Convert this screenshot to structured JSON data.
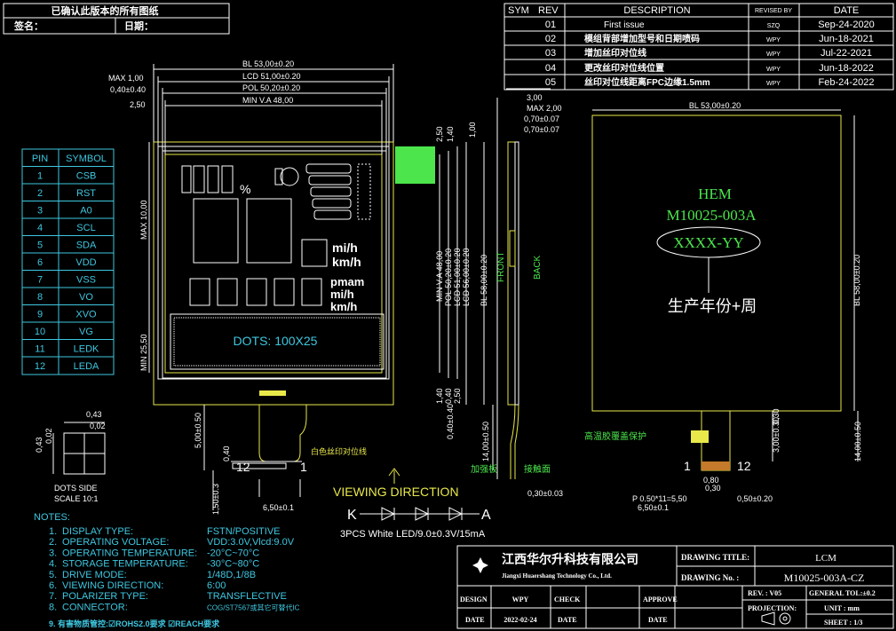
{
  "header": {
    "confirm_text": "已确认此版本的所有图纸",
    "signature_label": "签名：",
    "date_label": "日期："
  },
  "revision_table": {
    "headers": [
      "SYM",
      "REV",
      "DESCRIPTION",
      "REVISED BY",
      "DATE"
    ],
    "rows": [
      {
        "rev": "01",
        "desc": "First issue",
        "by": "SZQ",
        "date": "Sep-24-2020"
      },
      {
        "rev": "02",
        "desc": "模组背部增加型号和日期喷码",
        "by": "WPY",
        "date": "Jun-18-2021"
      },
      {
        "rev": "03",
        "desc": "增加丝印对位线",
        "by": "WPY",
        "date": "Jul-22-2021"
      },
      {
        "rev": "04",
        "desc": "更改丝印对位线位置",
        "by": "WPY",
        "date": "Jun-18-2022"
      },
      {
        "rev": "05",
        "desc": "丝印对位线距离FPC边缘1.5mm",
        "by": "WPY",
        "date": "Feb-24-2022"
      }
    ]
  },
  "pin_table": {
    "headers": [
      "PIN",
      "SYMBOL"
    ],
    "rows": [
      [
        "1",
        "CSB"
      ],
      [
        "2",
        "RST"
      ],
      [
        "3",
        "A0"
      ],
      [
        "4",
        "SCL"
      ],
      [
        "5",
        "SDA"
      ],
      [
        "6",
        "VDD"
      ],
      [
        "7",
        "VSS"
      ],
      [
        "8",
        "VO"
      ],
      [
        "9",
        "XVO"
      ],
      [
        "10",
        "VG"
      ],
      [
        "11",
        "LEDK"
      ],
      [
        "12",
        "LEDA"
      ]
    ]
  },
  "front_view": {
    "dim_bl": "BL 53,00±0.20",
    "dim_lcd": "LCD 51,00±0.20",
    "dim_pol": "POL 50,20±0.20",
    "dim_va": "MIN V.A 48,00",
    "dim_max": "MAX 1,00",
    "dim_040": "0,40±0.40",
    "dim_250": "2,50",
    "dim_max10": "MAX 10,00",
    "dim_min2550": "MIN 25,50",
    "dots_text": "DOTS: 100X25",
    "seg_mih": "mi/h",
    "seg_kmh": "km/h",
    "seg_pmam": "pmam",
    "seg_mih2": "mi/h",
    "seg_kmh2": "km/h",
    "seg_pct": "%",
    "v_va": "MIN V.A 48,00",
    "v_pol": "POL 50,20±0.20",
    "v_lcd": "LCD 51,00±0.20",
    "v_bl1": "LCD 56,00±0.20",
    "v_bl": "BL 58,00±0.20",
    "v_250": "2,50",
    "v_140": "1,40",
    "v_100": "1,00",
    "v_140b": "1,40",
    "v_040b": "0,40",
    "v_250b": "2,50",
    "v_040c": "0,40±0.40",
    "v_500": "5,00±0.50",
    "v_040d": "0,40",
    "v_14": "14,00±0.50",
    "v_150": "1,50±0.3",
    "v_650": "6,50±0.1",
    "pin1": "1",
    "pin12": "12",
    "white_mark": "白色丝印对位线"
  },
  "side_view": {
    "d300": "3,00",
    "dmax2": "MAX 2,00",
    "d070a": "0,70±0.07",
    "d070b": "0,70±0.07",
    "front": "FRONT",
    "back": "BACK",
    "stiffener": "加强板",
    "contact": "接触面",
    "d030": "0,30±0.03"
  },
  "back_view": {
    "dim_bl": "BL 53,00±0.20",
    "brand": "HEM",
    "model": "M10025-003A",
    "date_code": "XXXX-YY",
    "prod_note": "生产年份+周",
    "dim_bl_v": "BL 58,00±0.20",
    "d030": "0,30",
    "d300": "3,00±0.30",
    "d1400": "14,00±0.50",
    "tape_note": "高温胶覆盖保护",
    "pin1": "1",
    "pin12": "12",
    "d080": "0,80",
    "d030b": "0,30",
    "pitch": "P 0.50*11=5,50",
    "d650": "6,50±0.1",
    "d050": "0,50±0.20"
  },
  "dots_detail": {
    "d043a": "0,43",
    "d002a": "0,02",
    "d043b": "0,43",
    "d002b": "0,02",
    "label": "DOTS SIDE",
    "scale": "SCALE 10:1"
  },
  "viewing": {
    "title": "VIEWING  DIRECTION",
    "k": "K",
    "a": "A",
    "led_note": "3PCS White LED/9.0±0.3V/15mA"
  },
  "notes": {
    "title": "NOTES:",
    "items": [
      {
        "n": "1.",
        "label": "DISPLAY TYPE:",
        "value": "FSTN/POSITIVE"
      },
      {
        "n": "2.",
        "label": "OPERATING VOLTAGE:",
        "value": "VDD:3.0V,Vlcd:9.0V"
      },
      {
        "n": "3.",
        "label": "OPERATING TEMPERATURE:",
        "value": "-20°C~70°C"
      },
      {
        "n": "4.",
        "label": "STORAGE TEMPERATURE:",
        "value": "-30°C~80°C"
      },
      {
        "n": "5.",
        "label": "DRIVE MODE:",
        "value": "1/48D,1/8B"
      },
      {
        "n": "6.",
        "label": "VIEWING DIRECTION:",
        "value": "6:00"
      },
      {
        "n": "7.",
        "label": "POLARIZER TYPE:",
        "value": "TRANSFLECTIVE"
      },
      {
        "n": "8.",
        "label": "CONNECTOR:",
        "value": "COG/ST7567或其它可替代IC"
      }
    ],
    "rohs": "9. 有害物质管控:☑ROHS2.0要求  ☑REACH要求"
  },
  "title_block": {
    "company_cn": "江西华尔升科技有限公司",
    "company_en": "Jiangxi Huaershang Technology Co., Ltd.",
    "drawing_title_label": "DRAWING TITLE:",
    "drawing_title": "LCM",
    "drawing_no_label": "DRAWING No. :",
    "drawing_no": "M10025-003A-CZ",
    "design_label": "DESIGN",
    "design_val": "WPY",
    "check_label": "CHECK",
    "approve_label": "APPROVE",
    "date_label": "DATE",
    "date_val": "2022-02-24",
    "date_label2": "DATE",
    "date_label3": "DATE",
    "rev": "REV. : V05",
    "tol": "GENERAL TOL:±0.2",
    "projection": "PROJECTION:",
    "unit": "UNIT : mm",
    "sheet": "SHEET : 1/3"
  }
}
